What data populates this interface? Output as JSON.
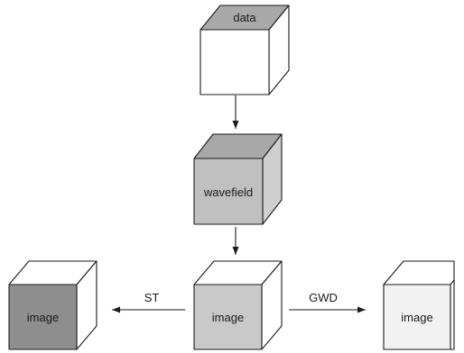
{
  "diagram": {
    "nodes": [
      {
        "id": "data",
        "label": "data",
        "label_face": "top",
        "colors": {
          "front": "#ffffff",
          "top": "#a9a9a9",
          "side": "#ffffff"
        }
      },
      {
        "id": "wavefield",
        "label": "wavefield",
        "label_face": "front",
        "colors": {
          "front": "#c0c0c0",
          "top": "#a8a8a8",
          "side": "#cfcfcf"
        }
      },
      {
        "id": "image-st",
        "label": "image",
        "label_face": "front",
        "colors": {
          "front": "#8e8e8e",
          "top": "#ffffff",
          "side": "#ffffff"
        }
      },
      {
        "id": "image-center",
        "label": "image",
        "label_face": "front",
        "colors": {
          "front": "#c9c9c9",
          "top": "#ffffff",
          "side": "#ffffff"
        }
      },
      {
        "id": "image-gwd",
        "label": "image",
        "label_face": "front",
        "colors": {
          "front": "#f2f2f2",
          "top": "#ffffff",
          "side": "#ffffff"
        }
      }
    ],
    "edges": [
      {
        "from": "data",
        "to": "wavefield",
        "label": ""
      },
      {
        "from": "wavefield",
        "to": "image-center",
        "label": ""
      },
      {
        "from": "image-center",
        "to": "image-st",
        "label": "ST"
      },
      {
        "from": "image-center",
        "to": "image-gwd",
        "label": "GWD"
      }
    ]
  }
}
